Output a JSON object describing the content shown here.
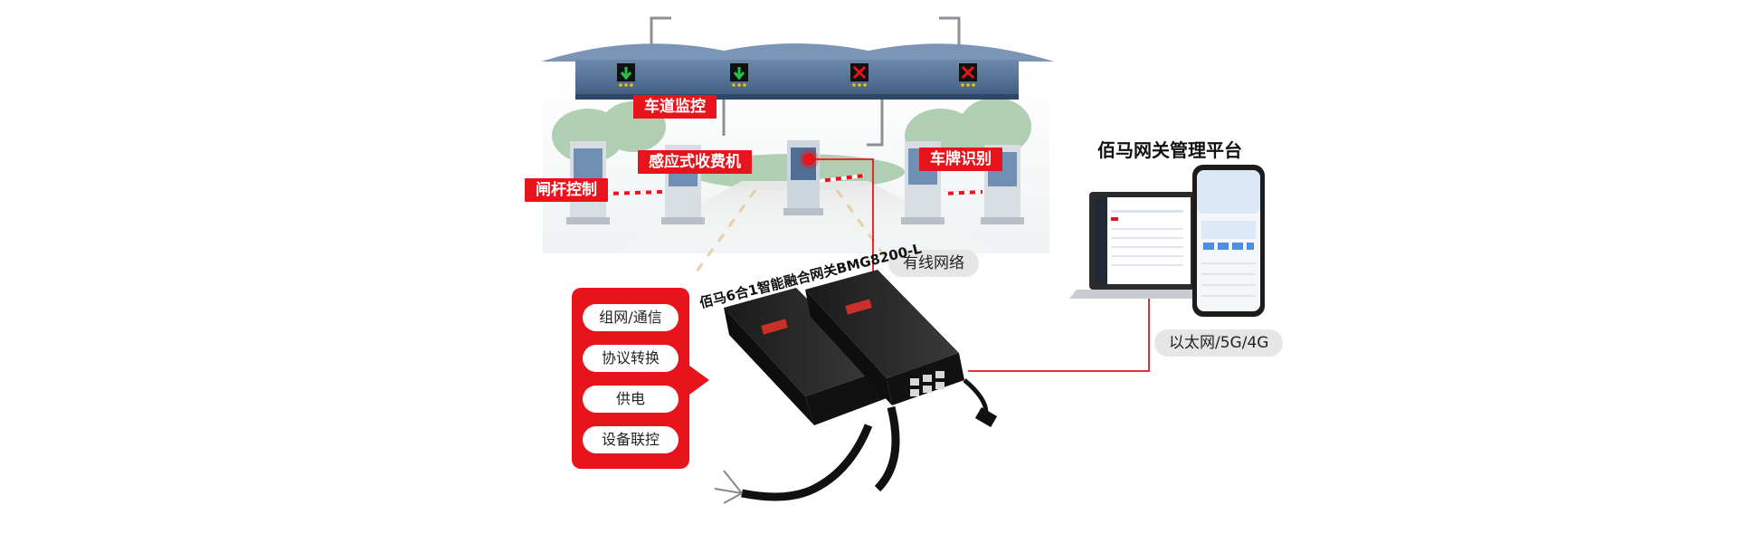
{
  "labels": {
    "lane_monitor": "车道监控",
    "inductive_toll": "感应式收费机",
    "barrier_control": "闸杆控制",
    "plate_recognition": "车牌识别",
    "wired_network": "有线网络",
    "ethernet_5g_4g": "以太网/5G/4G",
    "platform_title": "佰马网关管理平台",
    "gateway_name": "佰马6合1智能融合网关BMG8200-L"
  },
  "functions": [
    "组网/通信",
    "协议转换",
    "供电",
    "设备联控"
  ],
  "lane_signals": [
    "arrow-down",
    "arrow-down",
    "x",
    "x"
  ],
  "colors": {
    "accent_red": "#e8141b",
    "canopy_blue": "#4f6c91",
    "signal_green": "#27c04a",
    "pill_grey": "#e6e6e6"
  }
}
